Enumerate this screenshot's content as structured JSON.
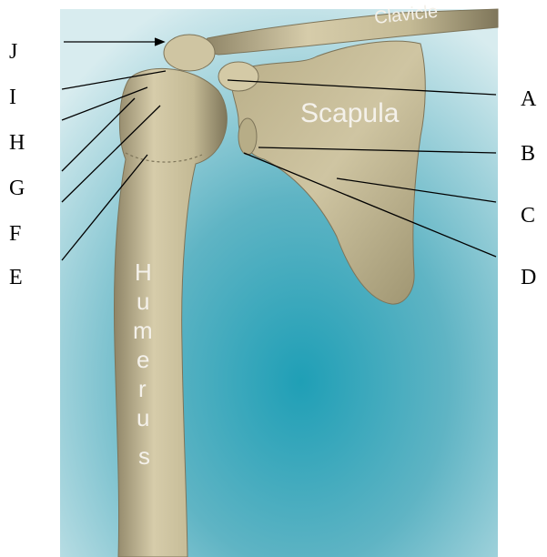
{
  "bone_labels": {
    "clavicle": "Clavicle",
    "scapula": "Scapula",
    "humerus": [
      "H",
      "u",
      "m",
      "e",
      "r",
      "u",
      "s"
    ]
  },
  "callout_letters": {
    "left": [
      "J",
      "I",
      "H",
      "G",
      "F",
      "E"
    ],
    "right": [
      "A",
      "B",
      "C",
      "D"
    ]
  },
  "colors": {
    "background_light": "#cfe9ee",
    "background_mid": "#5fb4c4",
    "background_deep": "#1f9fb6",
    "bone": "#c9bf9a",
    "bone_shadow": "#8f8567",
    "pointer_line": "#000000"
  }
}
